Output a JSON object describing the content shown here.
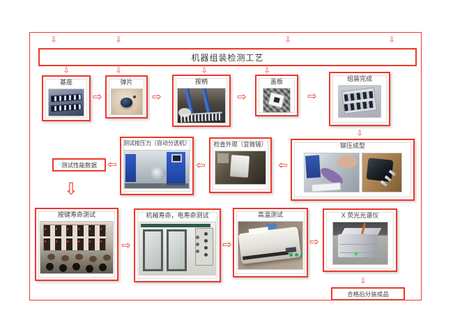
{
  "title": "机器组装检测工艺",
  "colors": {
    "accent_red": "#ee372b",
    "label_text": "#3e3e3e"
  },
  "icons": {
    "arrow_right": "⇨",
    "arrow_left": "⇦",
    "arrow_down": "⇩"
  },
  "steps": {
    "base": {
      "label": "基座"
    },
    "spring": {
      "label": "弹片"
    },
    "handle": {
      "label": "按柄"
    },
    "cover": {
      "label": "盖板"
    },
    "assembled": {
      "label": "组装完成"
    },
    "rivet": {
      "label": "铆压成型"
    },
    "inspect": {
      "label": "检查外观（显微镜）"
    },
    "force_test": {
      "label": "测试按压力（自动分选机）"
    },
    "perf_data": {
      "label": "测试性能数据"
    },
    "key_life": {
      "label": "按键寿命测试"
    },
    "mech_life": {
      "label": "机械寿命，电寿命测试"
    },
    "high_temp": {
      "label": "高温测试"
    },
    "xray": {
      "label": "X 荧光光谱仪"
    },
    "pack": {
      "label": "合格后分装成品"
    }
  }
}
